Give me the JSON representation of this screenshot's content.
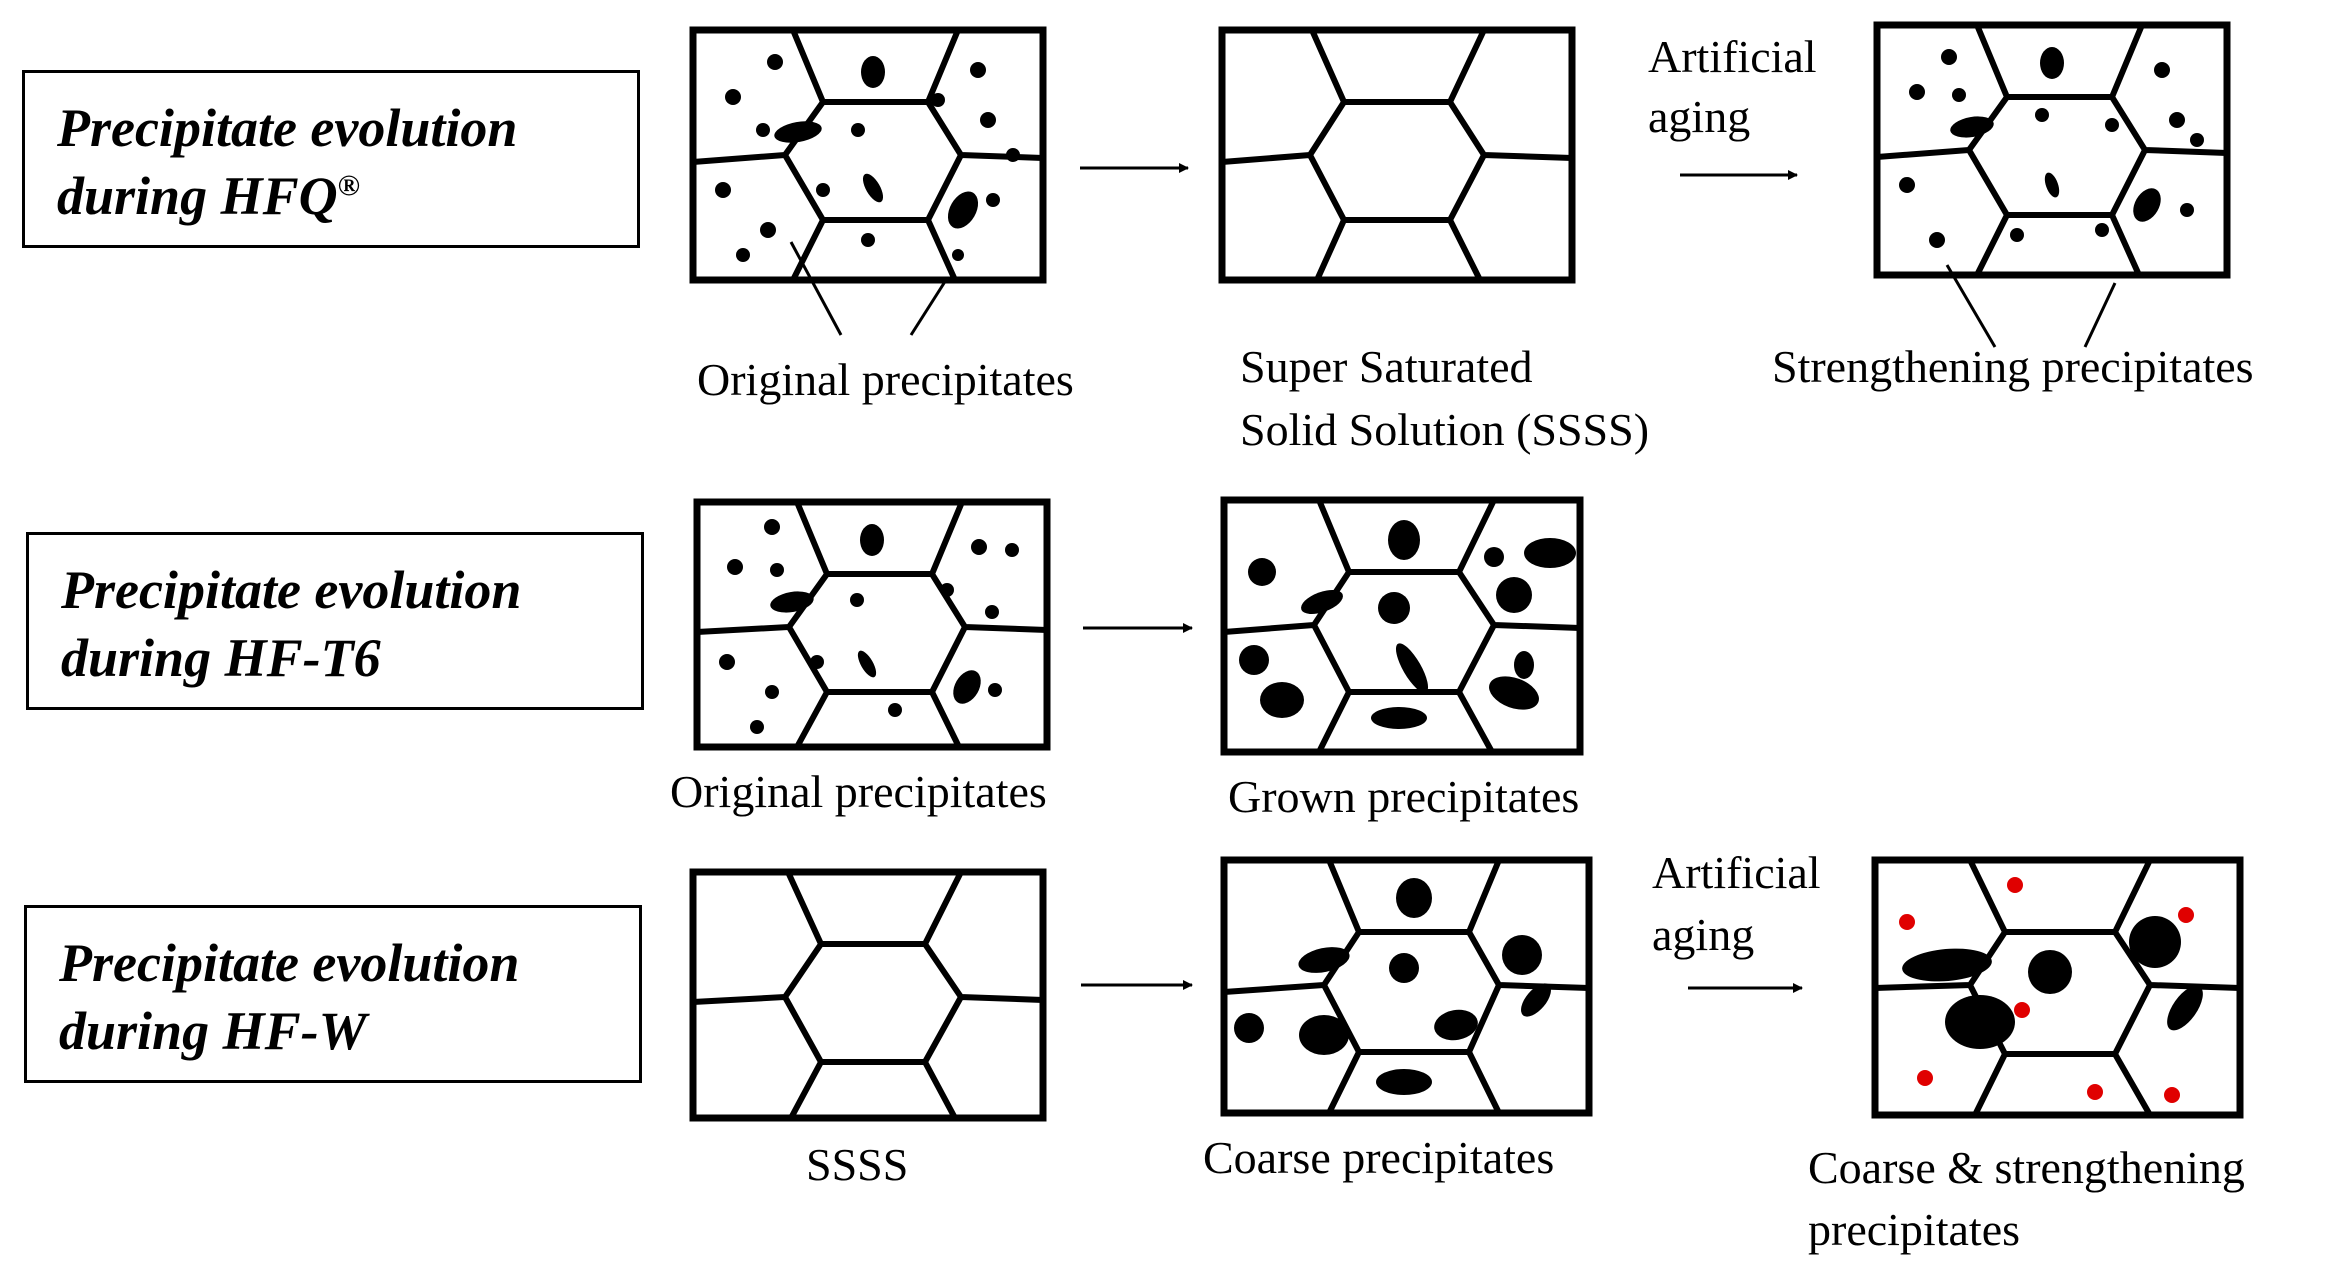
{
  "rows": [
    {
      "title_line1": "Precipitate evolution",
      "title_line2": "during HFQ",
      "title_mark": "®",
      "captions": [
        "Original precipitates",
        "Super Saturated",
        "Solid Solution (SSSS)",
        "Strengthening precipitates"
      ],
      "arrow_label_line1": "Artificial",
      "arrow_label_line2": "aging"
    },
    {
      "title_line1": "Precipitate evolution",
      "title_line2": "during HF-T6",
      "captions": [
        "Original precipitates",
        "Grown precipitates"
      ]
    },
    {
      "title_line1": "Precipitate evolution",
      "title_line2": "during HF-W",
      "captions": [
        "SSSS",
        "Coarse precipitates",
        "Coarse & strengthening",
        "precipitates"
      ],
      "arrow_label_line1": "Artificial",
      "arrow_label_line2": "aging"
    }
  ],
  "colors": {
    "ink": "#000000",
    "strengthening_precipitate_hf_w": "#e00000",
    "background": "#ffffff"
  }
}
